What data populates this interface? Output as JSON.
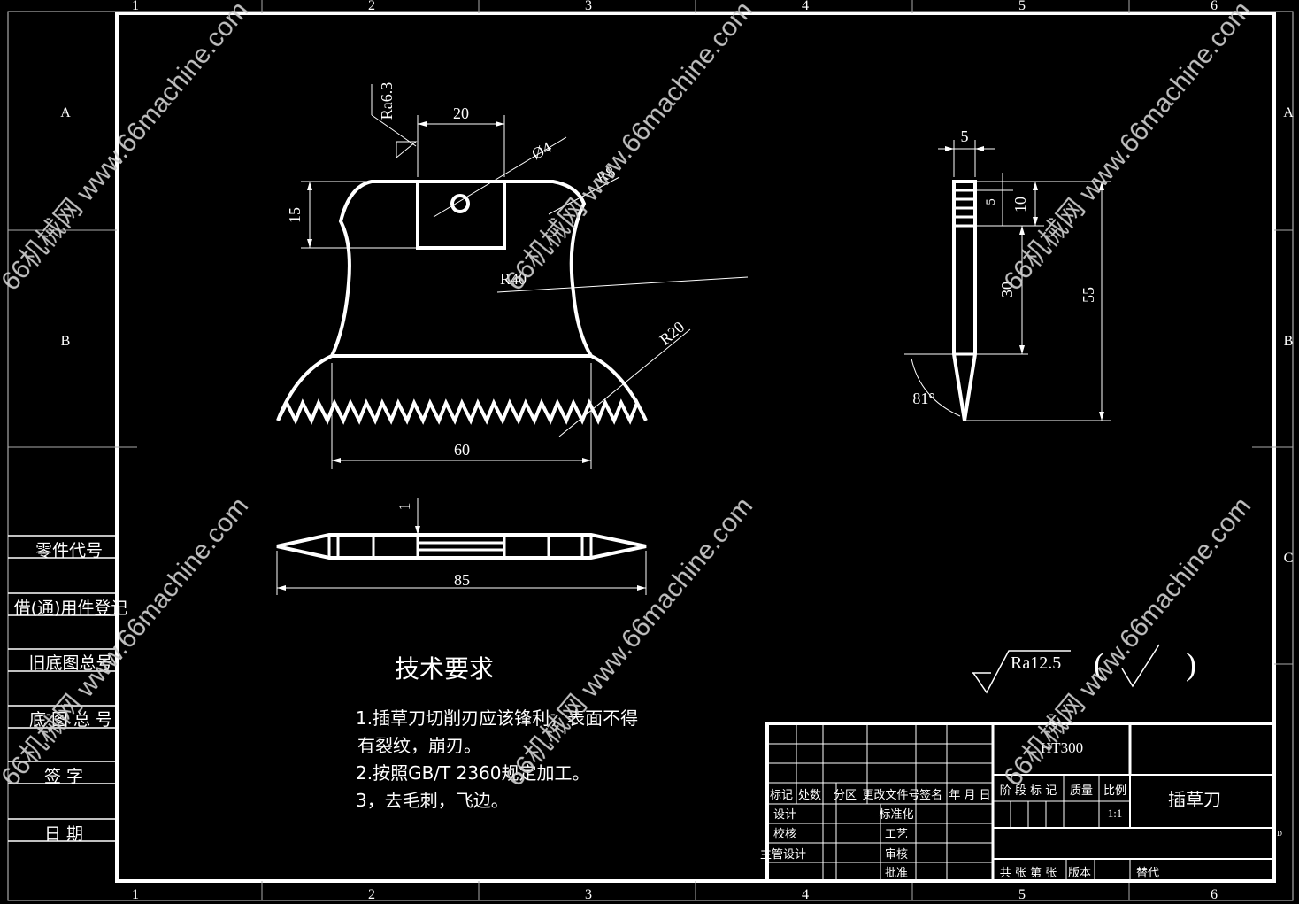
{
  "grid": {
    "columns": [
      "1",
      "2",
      "3",
      "4",
      "5",
      "6"
    ],
    "rows_left": [
      "A",
      "B"
    ],
    "rows_right": [
      "A",
      "B",
      "C",
      "D"
    ]
  },
  "side_table": {
    "rows": [
      "零件代号",
      "借(通)用件登记",
      "旧底图总号",
      "底 图 总 号",
      "签 字",
      "日 期"
    ]
  },
  "front_view": {
    "roughness": "Ra6.3",
    "dims": {
      "top_width": "20",
      "hole": "Ø4",
      "left_height": "15",
      "r8": "R8",
      "r_mid": "R40",
      "r20": "R20",
      "bottom_width": "60"
    }
  },
  "side_view": {
    "dims": {
      "thickness": "5",
      "d10": "10",
      "d5": "5",
      "d30": "30",
      "d55": "55",
      "angle": "81°"
    }
  },
  "top_view": {
    "dims": {
      "thickness": "1",
      "length": "85"
    }
  },
  "tech_requirements": {
    "title": "技术要求",
    "lines": [
      "1.插草刀切削刃应该锋利，表面不得",
      "有裂纹，崩刃。",
      "2.按照GB/T 2360规定加工。",
      "3，去毛刺，飞边。"
    ]
  },
  "surface_finish": {
    "general": "Ra12.5",
    "other_open": "(",
    "other_close": ")"
  },
  "title_block": {
    "material": "HT300",
    "part_name": "插草刀",
    "scale": "1:1",
    "headers": [
      "标记",
      "处数",
      "分区",
      "更改文件号",
      "签名",
      "年 月 日"
    ],
    "stage_labels": [
      "阶 段 标 记",
      "质量",
      "比例"
    ],
    "roles": [
      "设计",
      "校核",
      "主管设计"
    ],
    "roles2": [
      "标准化",
      "工艺",
      "审核",
      "批准"
    ],
    "footer": [
      "共 张 第 张",
      "版本",
      "替代"
    ]
  },
  "watermarks": [
    "66机械网 www.66machine.com",
    "66机械网 www.66machine.com",
    "66机械网 www.66machine.com",
    "66机械网 www.66machine.com",
    "66机械网 www.66machine.com",
    "66机械网 www.66machine.com"
  ]
}
